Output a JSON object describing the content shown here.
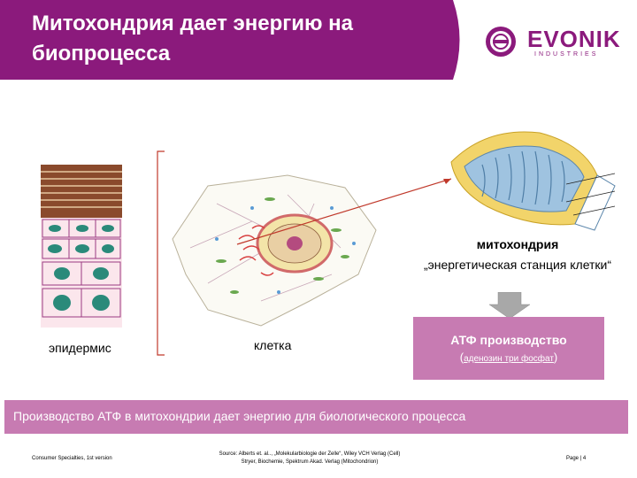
{
  "title": "Митохондрия дает энергию на биопроцесса",
  "logo": {
    "word": "EVONIK",
    "sub": "INDUSTRIES"
  },
  "labels": {
    "epidermis": "эпидермис",
    "cell": "клетка",
    "mito_title": "митохондрия",
    "mito_sub": "„энергетическая станция клетки“"
  },
  "atp": {
    "title": "АТФ производство",
    "paren_open": "(",
    "link": "аденозин три фосфат",
    "paren_close": ")"
  },
  "banner": "Производство АТФ в митохондрии дает энергию для биологического процесса",
  "footer": {
    "left": "Consumer Specialties, 1st version",
    "source_line1": "Source: Alberts et. al.., „Molekularbiologie der Zelle“, Wiley VCH Verlag (Cell)",
    "source_line2": "Stryer, Biochemie, Spektrum Akad. Verlag (Mitochondrion)",
    "page": "Page | 4"
  },
  "colors": {
    "brand": "#8b1a7c",
    "header": "#8b1a7c",
    "box": "#c77bb2"
  }
}
